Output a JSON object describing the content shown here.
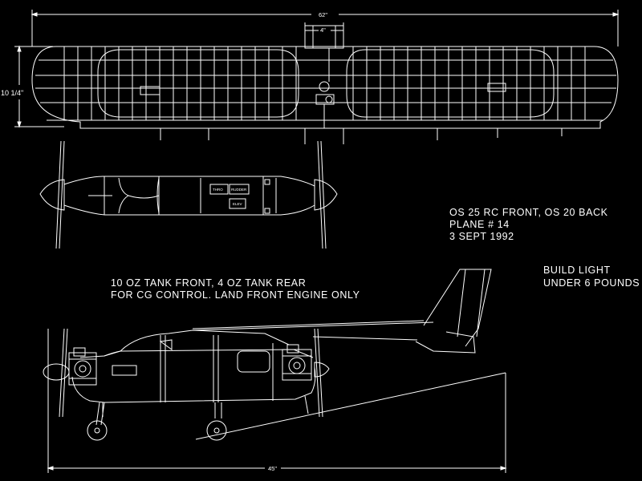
{
  "dimensions": {
    "wingspan": "62\"",
    "center_section": "4\"",
    "chord": "10 1/4\"",
    "fuselage_length": "45\""
  },
  "notes": {
    "engines": "OS 25 RC FRONT, OS 20 BACK",
    "plane_number": "PLANE # 14",
    "date": "3 SEPT 1992",
    "tanks_line1": "10 OZ TANK FRONT, 4 OZ TANK REAR",
    "tanks_line2": "FOR CG CONTROL. LAND FRONT ENGINE ONLY",
    "build_line1": "BUILD LIGHT",
    "build_line2": "UNDER 6 POUNDS"
  },
  "fuselage_labels": {
    "label1": "THRO",
    "label2": "RUDDER",
    "label3": "ELEV"
  },
  "colors": {
    "background": "#000000",
    "lines": "#ffffff"
  }
}
